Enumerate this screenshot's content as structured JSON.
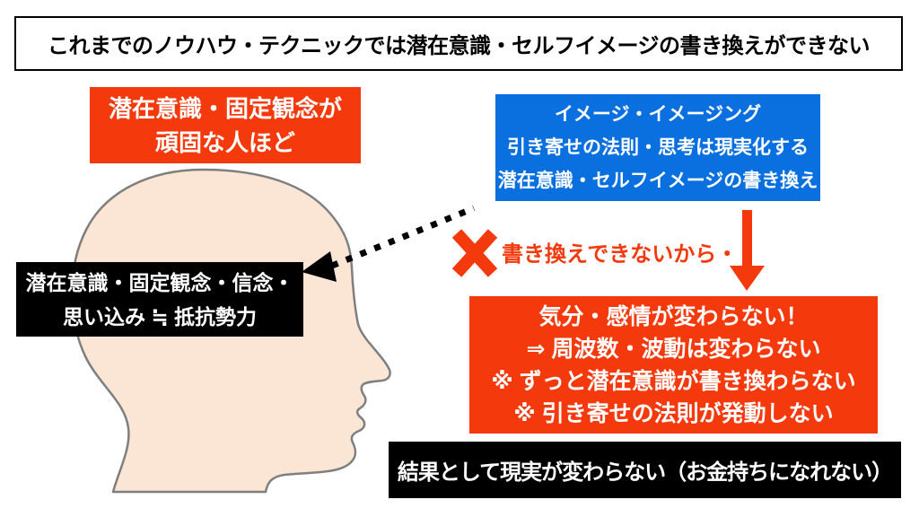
{
  "title": "これまでのノウハウ・テクニックでは潜在意識・セルフイメージの書き換えができない",
  "stubborn_box": {
    "lines": [
      "潜在意識・固定観念が",
      "頑固な人ほど"
    ]
  },
  "techniques_box": {
    "lines": [
      "イメージ・イメージング",
      "引き寄せの法則・思考は現実化する",
      "潜在意識・セルフイメージの書き換え"
    ]
  },
  "resistance_box": {
    "lines": [
      "潜在意識・固定観念・信念・",
      "思い込み ≒ 抵抗勢力"
    ]
  },
  "rejection": {
    "label": "書き換えできないから・・"
  },
  "consequences_box": {
    "lines": [
      "気分・感情が変わらない！",
      "⇒ 周波数・波動は変わらない",
      "※ ずっと潜在意識が書き換わらない",
      "※ 引き寄せの法則が発動しない"
    ]
  },
  "result_bar": "結果として現実が変わらない（お金持ちになれない）",
  "icons": {
    "x_mark": "✖",
    "down_arrow": "↓",
    "dotted_arrow": "⇠"
  },
  "colors": {
    "red": "#f4390c",
    "blue": "#0a70e0",
    "black": "#000000",
    "white": "#ffffff",
    "head_fill": "#fbe5d5",
    "head_stroke": "#7f7f7f"
  }
}
